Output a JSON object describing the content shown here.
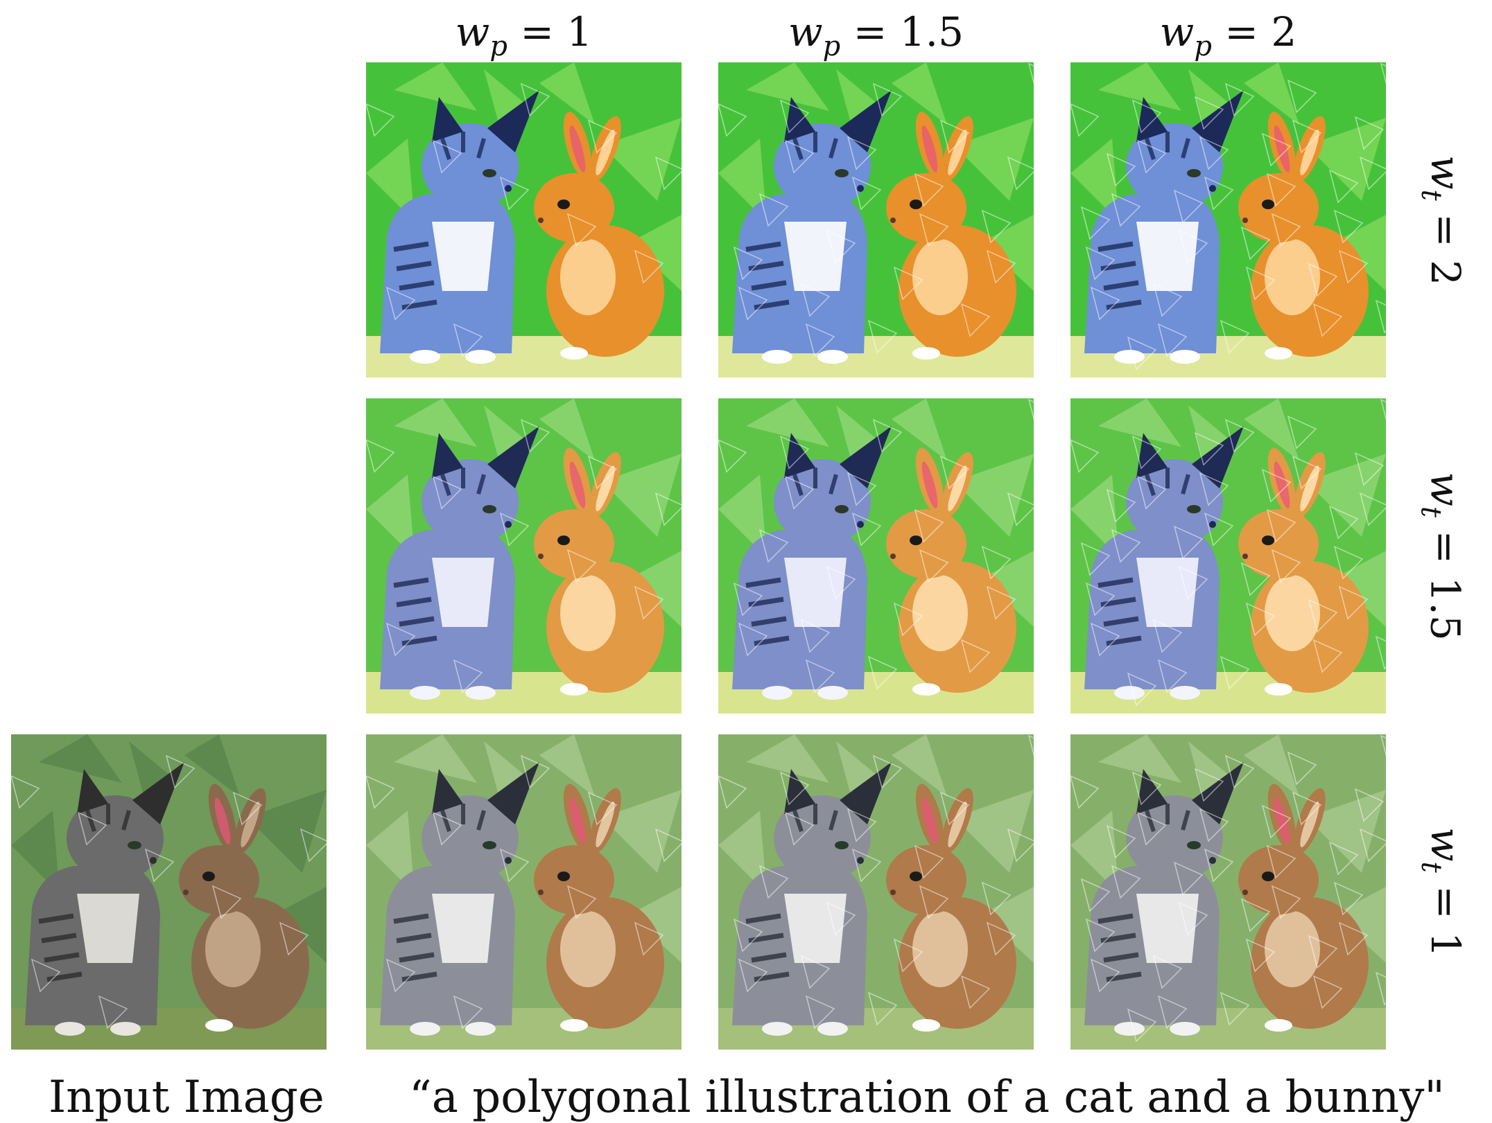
{
  "columns": [
    {
      "var": "w",
      "sub": "p",
      "eq": " = ",
      "value": "1"
    },
    {
      "var": "w",
      "sub": "p",
      "eq": " = ",
      "value": "1.5"
    },
    {
      "var": "w",
      "sub": "p",
      "eq": " = ",
      "value": "2"
    }
  ],
  "rows": [
    {
      "var": "w",
      "sub": "t",
      "eq": " = ",
      "value": "2"
    },
    {
      "var": "w",
      "sub": "t",
      "eq": " = ",
      "value": "1.5"
    },
    {
      "var": "w",
      "sub": "t",
      "eq": " = ",
      "value": "1"
    }
  ],
  "captions": {
    "input": "Input Image",
    "prompt": "“a polygonal illustration of a cat and a bunny\""
  },
  "palettes": {
    "input": {
      "bg": "#6f9a5a",
      "bg2": "#4f7a45",
      "cat": "#6b6b6b",
      "catDark": "#2e2e2e",
      "chest": "#e8e6df",
      "bunny": "#8a6a4c",
      "bunnyLight": "#c9ad8e",
      "ground": "#7f9a55"
    },
    "row0": {
      "bg": "#46c23a",
      "bg2": "#9be46a",
      "cat": "#6f8fd6",
      "catDark": "#1c2a5a",
      "chest": "#ffffff",
      "bunny": "#e8902c",
      "bunnyLight": "#ffd9a0",
      "ground": "#dfe79a"
    },
    "row1": {
      "bg": "#5dc447",
      "bg2": "#a7e08a",
      "cat": "#7e8fc9",
      "catDark": "#1f2a55",
      "chest": "#f4f4ff",
      "bunny": "#e39a45",
      "bunnyLight": "#ffe0b0",
      "ground": "#d9e58e"
    },
    "row2": {
      "bg": "#86b06a",
      "bg2": "#b6d49c",
      "cat": "#8c8f99",
      "catDark": "#2b2f3a",
      "chest": "#f2f2f2",
      "bunny": "#b07a4a",
      "bunnyLight": "#e9cda8",
      "ground": "#a5c07a"
    }
  }
}
